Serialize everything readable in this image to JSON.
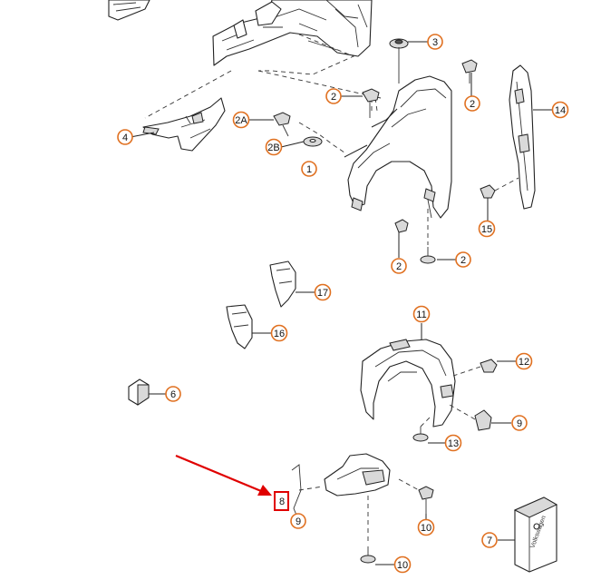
{
  "diagram": {
    "callouts": [
      {
        "id": "c3",
        "label": "3"
      },
      {
        "id": "c2a",
        "label": "2"
      },
      {
        "id": "c2b",
        "label": "2"
      },
      {
        "id": "c14",
        "label": "14"
      },
      {
        "id": "c2A",
        "label": "2A"
      },
      {
        "id": "c2B",
        "label": "2B"
      },
      {
        "id": "c4",
        "label": "4"
      },
      {
        "id": "c1",
        "label": "1"
      },
      {
        "id": "c15",
        "label": "15"
      },
      {
        "id": "c2c",
        "label": "2"
      },
      {
        "id": "c2d",
        "label": "2"
      },
      {
        "id": "c17",
        "label": "17"
      },
      {
        "id": "c16",
        "label": "16"
      },
      {
        "id": "c11",
        "label": "11"
      },
      {
        "id": "c12",
        "label": "12"
      },
      {
        "id": "c6",
        "label": "6"
      },
      {
        "id": "c9a",
        "label": "9"
      },
      {
        "id": "c13",
        "label": "13"
      },
      {
        "id": "c8",
        "label": "8"
      },
      {
        "id": "c9b",
        "label": "9"
      },
      {
        "id": "c10a",
        "label": "10"
      },
      {
        "id": "c7",
        "label": "7"
      },
      {
        "id": "c10b",
        "label": "10"
      }
    ],
    "highlight": {
      "target": "8",
      "color": "#e00000"
    },
    "package_text": "Volkswagen",
    "colors": {
      "callout_ring": "#e07020",
      "highlight": "#e00000",
      "line": "#222222"
    }
  }
}
